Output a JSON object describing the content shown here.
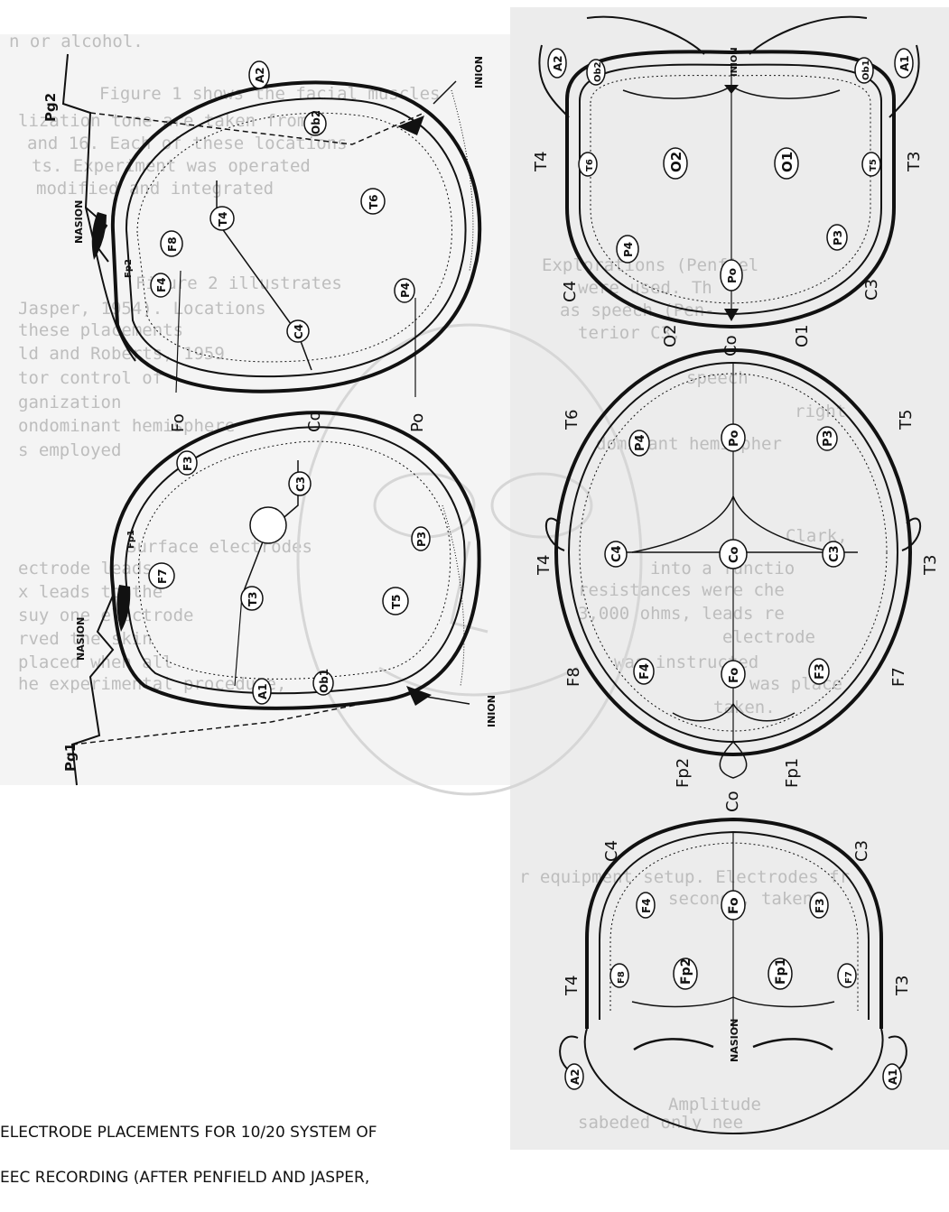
{
  "caption": {
    "line1": "ELECTRODE PLACEMENTS FOR 10/20 SYSTEM OF",
    "line2": "EEC RECORDING (AFTER PENFIELD AND JASPER,"
  },
  "landmarks": {
    "nasion": "NASION",
    "inion": "INION",
    "pg1": "Pg1",
    "pg2": "Pg2"
  },
  "lateral_top": {
    "outer": [
      "Fo",
      "Co",
      "Po"
    ],
    "inner": [
      "A2",
      "Ob2",
      "T4",
      "T6",
      "F8",
      "F4",
      "P4",
      "C4",
      "Fp2"
    ]
  },
  "lateral_bottom": {
    "inner": [
      "F3",
      "C3",
      "P3",
      "F7",
      "T3",
      "T5",
      "A1",
      "Ob1",
      "Fp1"
    ]
  },
  "posterior_view": {
    "outer": [
      "A2",
      "A1",
      "T4",
      "T3",
      "C4",
      "C3",
      "Co"
    ],
    "inner": [
      "Ob2",
      "Ob1",
      "T6",
      "T5",
      "O2",
      "O1",
      "P4",
      "P3",
      "Po",
      "INION"
    ]
  },
  "superior_view": {
    "outer": [
      "O2",
      "O1",
      "T6",
      "T5",
      "T4",
      "T3",
      "F8",
      "F7",
      "Fp2",
      "Fp1"
    ],
    "inner": [
      "P4",
      "Po",
      "P3",
      "C4",
      "Co",
      "C3",
      "F4",
      "Fo",
      "F3"
    ]
  },
  "anterior_view": {
    "outer": [
      "Co",
      "C4",
      "C3",
      "T4",
      "T3"
    ],
    "inner": [
      "F4",
      "Fo",
      "F3",
      "F8",
      "F7",
      "Fp2",
      "Fp1",
      "A2",
      "A1",
      "NASION"
    ]
  },
  "background_text": [
    "n or alcohol.",
    "Figure 1 shows the facial muscles",
    "lization tone are taken from",
    "and 16.  Each of these locations",
    "ts.  Experiment was operated",
    "modified and integrated",
    "Figure 2 illustrates",
    "Jasper, 1954).  Locations",
    "these placements",
    "ld and Roberts, 1959",
    "tor control of",
    "ganization",
    "ondominant hemisphere",
    "s employed",
    "Surface electrodes",
    "ectrode leads",
    "x leads to the",
    "suy one electrode",
    "rved  the skin",
    "placed when all",
    "he experimental procedure,",
    "Explorations (Penfiel",
    "were used.  Th",
    "as speech (Pen-",
    "terior C3,",
    "speech",
    "right",
    "dominant hemispher",
    "Clark,",
    "into a functio",
    "resistances were che",
    "3,000 ohms, leads re",
    "electrode",
    "was instructed",
    "was place",
    "taken.",
    "r equipment setup.  Electrodes fr",
    "seconds, taken",
    "Amplitude",
    "sabeded  only  nee"
  ]
}
